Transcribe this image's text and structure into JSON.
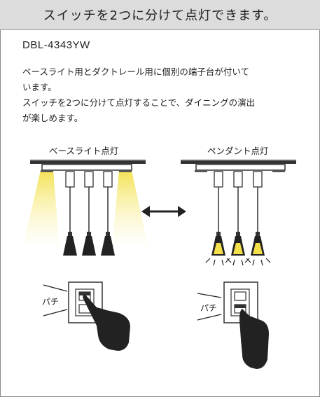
{
  "header": {
    "title": "スイッチを2つに分けて点灯できます。"
  },
  "model": "DBL-4343YW",
  "description": {
    "lines": [
      "ベースライト用とダクトレール用に個別の端子台が付いて",
      "います。",
      "スイッチを2つに分けて点灯することで、ダイニングの演出",
      "が楽しめます。"
    ]
  },
  "diagram": {
    "left_label": "ベースライト点灯",
    "right_label": "ペンダント点灯",
    "switch_left_label": "パチ",
    "switch_right_label": "パチ",
    "arrow_icon": "double-arrow-icon"
  },
  "colors": {
    "header_bg": "#dcdcdc",
    "light_yellow": "#f3e04a",
    "dark": "#222222"
  }
}
